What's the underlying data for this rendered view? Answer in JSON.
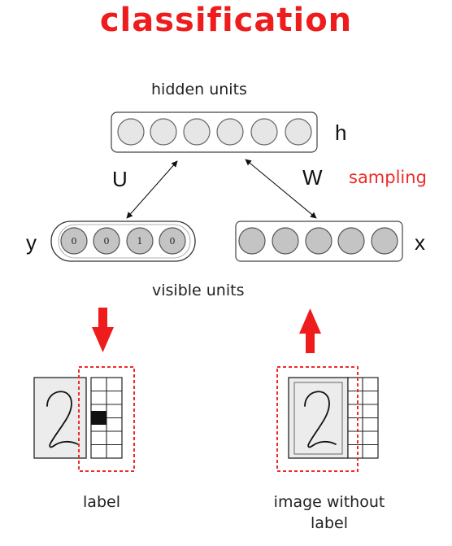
{
  "title": "classification",
  "labels": {
    "hidden": "hidden units",
    "visible": "visible units",
    "h": "h",
    "x": "x",
    "y": "y",
    "U": "U",
    "W": "W",
    "sampling": "sampling"
  },
  "label_units": [
    "0",
    "0",
    "1",
    "0"
  ],
  "captions": {
    "left": "label",
    "right_line1": "image without",
    "right_line2": "label"
  },
  "colors": {
    "title": "#ee1c1c",
    "accent_red": "#ee2b2b",
    "unit_fill_hidden": "#e6e6e6",
    "unit_fill_visible": "#c4c4c4"
  },
  "icons": {
    "down_arrow": "red-down-arrow-icon",
    "up_arrow": "red-up-arrow-icon"
  }
}
